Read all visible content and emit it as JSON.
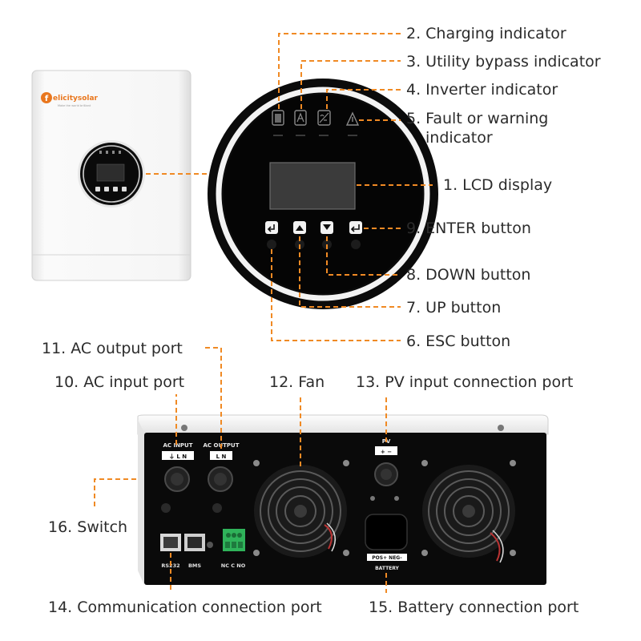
{
  "brand": {
    "logo_letter": "f",
    "name": "elicitysolar",
    "tagline": "Make the world brilliant"
  },
  "colors": {
    "leader_line": "#f08a24",
    "label_text": "#2b2b2b",
    "unit_body": "#f1f1f1",
    "panel_black": "#0a0a0a",
    "logo": "#e9771e"
  },
  "labels": {
    "charging_indicator": "2. Charging indicator",
    "utility_bypass_indicator": "3. Utility bypass indicator",
    "inverter_indicator": "4. Inverter indicator",
    "fault_warning_line1": "5. Fault or warning",
    "fault_warning_line2": "indicator",
    "lcd_display": "1. LCD display",
    "enter_button": "9. ENTER button",
    "down_button": "8. DOWN button",
    "up_button": "7. UP button",
    "esc_button": "6. ESC button",
    "ac_output_port": "11. AC output port",
    "ac_input_port": "10. AC input port",
    "fan": "12. Fan",
    "pv_input_port": "13.  PV input connection port",
    "switch": "16. Switch",
    "communication_port": "14. Communication connection port",
    "battery_port": "15. Battery connection port"
  },
  "panel_marks": {
    "ac_input": "AC INPUT",
    "ac_input_terminals": "⏚ L N",
    "ac_output": "AC OUTPUT",
    "ac_output_terminals": "L N",
    "pv": "PV",
    "pv_terminals": "+ −",
    "rs232": "RS232",
    "bms": "BMS",
    "nc_c_no": "NC C NO",
    "battery_terminals": "POS+ NEG-",
    "battery": "BATTERY"
  },
  "icons": {
    "charging": "battery-charging-icon",
    "bypass": "utility-bypass-icon",
    "inverter": "inverter-icon",
    "fault": "warning-triangle-icon",
    "esc": "return-arrow-icon",
    "up": "up-arrow-icon",
    "down": "down-arrow-icon",
    "enter": "enter-arrow-icon"
  }
}
